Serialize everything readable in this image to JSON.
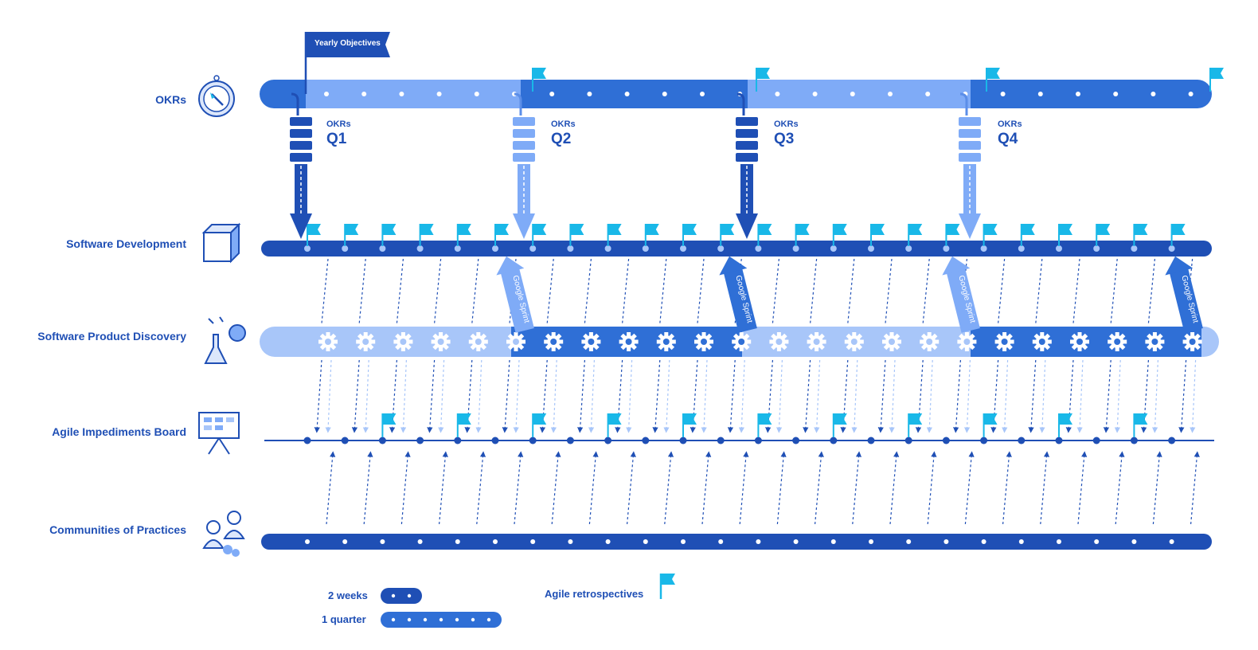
{
  "rows": {
    "okrs": "OKRs",
    "software_development": "Software Development",
    "software_product_discovery": "Software Product Discovery",
    "agile_impediments_board": "Agile Impediments Board",
    "communities_of_practices": "Communities of Practices"
  },
  "yearly_objectives": "Yearly Objectives",
  "quarters": [
    {
      "small": "OKRs",
      "big": "Q1"
    },
    {
      "small": "OKRs",
      "big": "Q2"
    },
    {
      "small": "OKRs",
      "big": "Q3"
    },
    {
      "small": "OKRs",
      "big": "Q4"
    }
  ],
  "google_sprint": "Google Sprint",
  "legend": {
    "two_weeks": "2 weeks",
    "one_quarter": "1 quarter",
    "agile_retrospectives": "Agile retrospectives"
  },
  "colors": {
    "dark_blue": "#2f6fd6",
    "navy": "#1f4fb5",
    "light_blue": "#7fabf7",
    "pale_blue": "#a8c6f9",
    "cyan": "#19b8e8"
  },
  "icons": {
    "okrs": "compass-icon",
    "software_development": "box-icon",
    "software_product_discovery": "flask-brain-icon",
    "agile_impediments_board": "board-icon",
    "communities_of_practices": "people-puzzle-icon"
  }
}
